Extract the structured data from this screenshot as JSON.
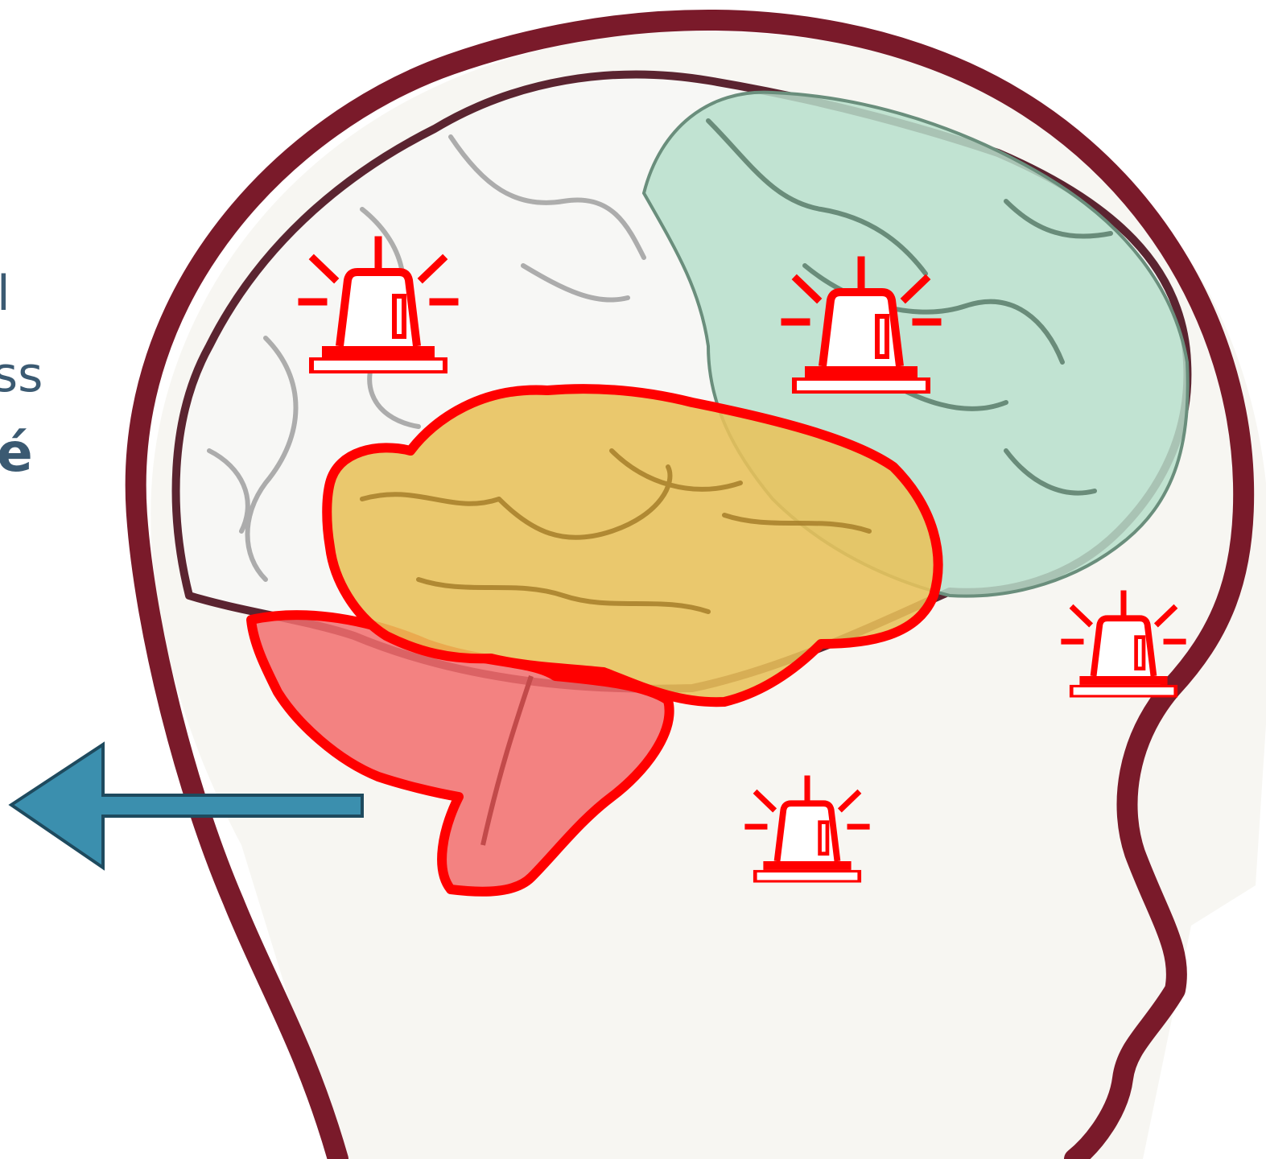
{
  "fragments": {
    "line1": "l",
    "line2": "ess",
    "line3": "é"
  },
  "colors": {
    "head_outline": "#7a1a2a",
    "frontal_lobe": "#b7dfcb",
    "temporal_lobe": "#e8c15a",
    "brainstem": "#f26d6d",
    "highlight_outline": "#ff0000",
    "alarm": "#ff0000",
    "arrow": "#3b8fae",
    "text": "#3b5a72"
  },
  "icons": [
    "alarm-light-icon",
    "alarm-light-icon",
    "alarm-light-icon",
    "alarm-light-icon",
    "left-arrow-icon"
  ]
}
